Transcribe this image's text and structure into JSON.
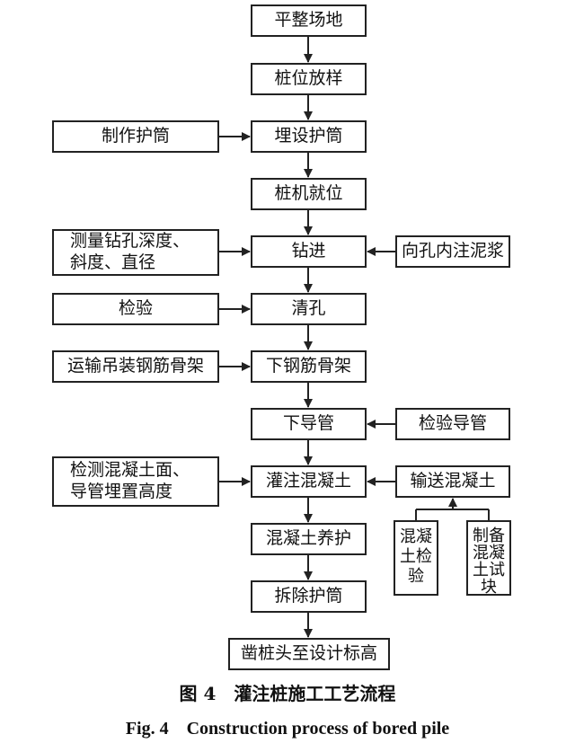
{
  "main_steps": [
    "平整场地",
    "桩位放样",
    "埋设护筒",
    "桩机就位",
    "钻进",
    "清孔",
    "下钢筋骨架",
    "下导管",
    "灌注混凝土",
    "混凝土养护",
    "拆除护筒",
    "凿桩头至设计标高"
  ],
  "left_inputs": {
    "make_casing": "制作护筒",
    "measure_line1": "测量钻孔深度、",
    "measure_line2": "斜度、直径",
    "inspection": "检验",
    "transport_cage": "运输吊装钢筋骨架",
    "detect_line1": "检测混凝土面、",
    "detect_line2": "导管埋置高度"
  },
  "right_inputs": {
    "inject_slurry": "向孔内注泥浆",
    "inspect_pipe": "检验导管",
    "convey_concrete": "输送混凝土",
    "concrete_test": "混凝土检验",
    "make_specimens": "制备混凝土试块"
  },
  "caption": {
    "cn": "图 4　灌注桩施工工艺流程",
    "en": "Fig. 4　Construction process of bored pile"
  }
}
